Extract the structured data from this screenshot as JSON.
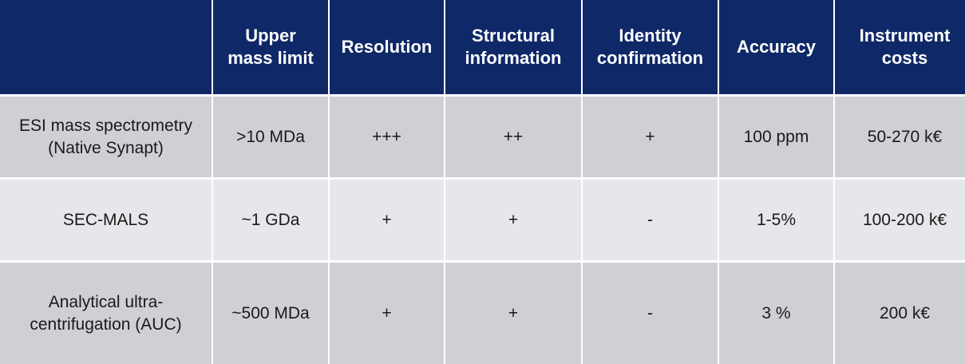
{
  "table": {
    "headers": [
      "",
      "Upper\nmass limit",
      "Resolution",
      "Structural\ninformation",
      "Identity\nconfirmation",
      "Accuracy",
      "Instrument\ncosts"
    ],
    "rows": [
      [
        "ESI mass spectrometry\n(Native Synapt)",
        ">10 MDa",
        "+++",
        "++",
        "+",
        "100 ppm",
        "50-270 k€"
      ],
      [
        "SEC-MALS",
        "~1 GDa",
        "+",
        "+",
        "-",
        "1-5%",
        "100-200 k€"
      ],
      [
        "Analytical ultra-\ncentrifugation (AUC)",
        "~500 MDa",
        "+",
        "+",
        "-",
        "3 %",
        "200 k€"
      ]
    ]
  },
  "colors": {
    "header_bg": "#0f2868",
    "header_text": "#ffffff",
    "row_dark_bg": "#cfd0d4",
    "row_light_bg": "#e6e7ea",
    "body_text": "#1a1a1a"
  }
}
